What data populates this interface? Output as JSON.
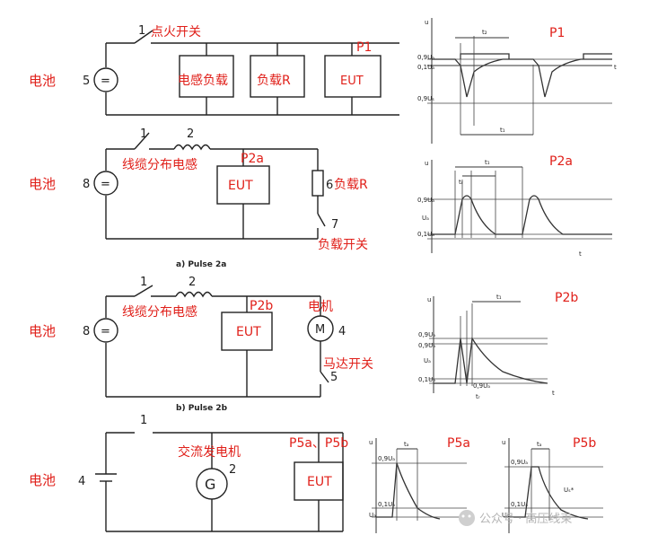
{
  "p1": {
    "tag": "P1",
    "battery": "电池",
    "battery_num": "5",
    "switch_num": "1",
    "switch_label": "点火开关",
    "load_inductive": "电感负载",
    "load_r": "负载R",
    "eut": "EUT",
    "wave_tag": "P1"
  },
  "p2a": {
    "tag": "P2a",
    "battery": "电池",
    "battery_num": "8",
    "switch_num": "1",
    "cable_num": "2",
    "cable_label": "线缆分布电感",
    "eut": "EUT",
    "load_num": "6",
    "load_label": "负载R",
    "loadsw_num": "7",
    "loadsw_label": "负载开关",
    "caption": "a) Pulse 2a",
    "wave_tag": "P2a"
  },
  "p2b": {
    "tag": "P2b",
    "battery": "电池",
    "battery_num": "8",
    "switch_num": "1",
    "cable_num": "2",
    "cable_label": "线缆分布电感",
    "eut": "EUT",
    "motor_label": "电机",
    "motor_symbol": "M",
    "motor_num": "4",
    "motorsw_label": "马达开关",
    "motorsw_num": "5",
    "caption": "b) Pulse 2b",
    "wave_tag": "P2b"
  },
  "p5": {
    "tag": "P5a、P5b",
    "battery": "电池",
    "battery_num": "4",
    "switch_num": "1",
    "gen_label": "交流发电机",
    "gen_symbol": "G",
    "gen_num": "2",
    "eut": "EUT",
    "wave_a_tag": "P5a",
    "wave_b_tag": "P5b"
  },
  "watermark": "公众号 · 高压线束",
  "colors": {
    "label_red": "#e0201a",
    "line": "#222222"
  }
}
